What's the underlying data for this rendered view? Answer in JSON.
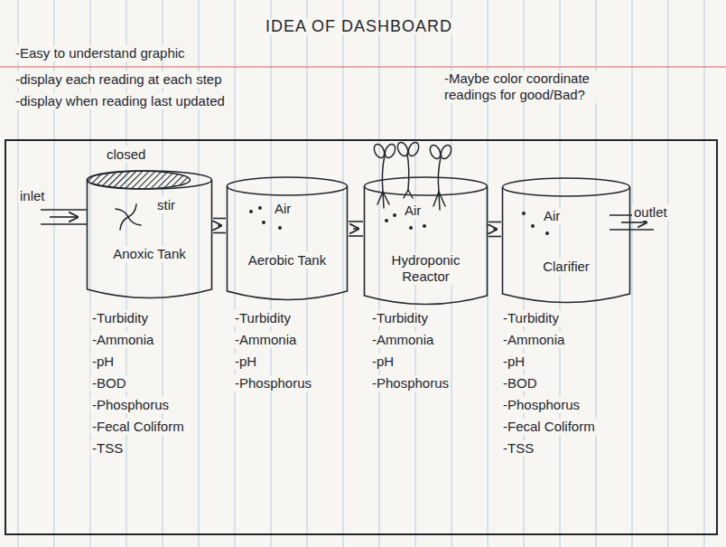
{
  "diagram": {
    "title": "IDEA OF DASHBOARD",
    "nodes": [
      {
        "text": [
          "Anoxic Tank"
        ]
      },
      {
        "text": [
          "Aerobic Tank"
        ]
      },
      {
        "text": [
          "Hydroponic Reactor"
        ]
      },
      {
        "text": [
          "Clarifier"
        ]
      }
    ],
    "edges": [
      {
        "from": 0,
        "to": 1,
        "arrow": "to"
      },
      {
        "from": 1,
        "to": 2,
        "arrow": "to"
      },
      {
        "from": 2,
        "to": 3,
        "arrow": "to"
      }
    ],
    "labels": [
      "-Easy to understand graphic",
      "-display each reading at each step",
      "-display when reading last updated",
      "-Maybe color coordinate readings for good/Bad?",
      "closed",
      "stir",
      "Air",
      "Air",
      "Air",
      "inlet",
      "outlet",
      "-Turbidity",
      "-Ammonia",
      "-pH",
      "-BOD",
      "-Phosphorus",
      "-Fecal Coliform",
      "-TSS",
      "-Turbidity",
      "-Ammonia",
      "-pH",
      "-Phosphorus",
      "-Turbidity",
      "-Ammonia",
      "-pH",
      "-Phosphorus",
      "-Turbidity",
      "-Ammonia",
      "-pH",
      "-BOD",
      "-Phosphorus",
      "-Fecal Coliform",
      "-TSS"
    ]
  }
}
